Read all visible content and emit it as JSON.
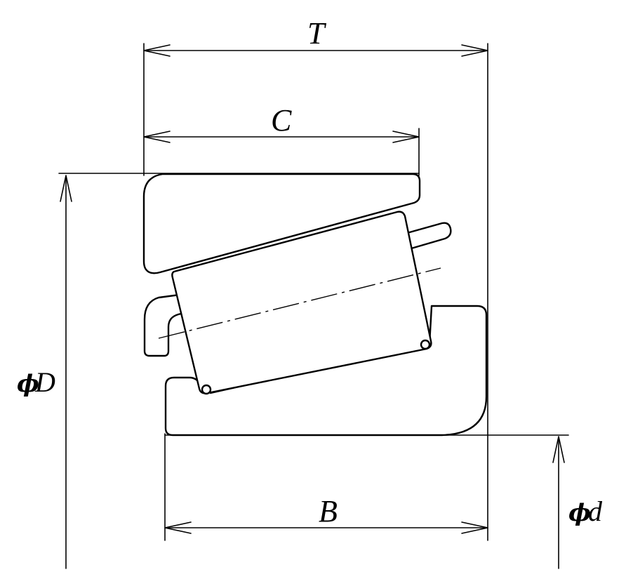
{
  "labels": {
    "T": "T",
    "C": "C",
    "B": "B",
    "phi": "ϕ",
    "D": "D",
    "d": "d"
  }
}
